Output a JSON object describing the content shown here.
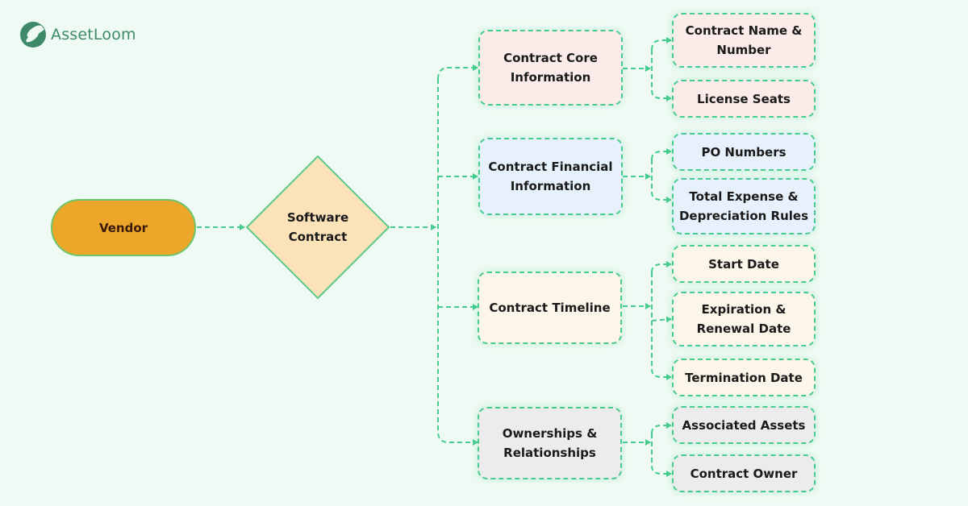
{
  "brand": {
    "name": "AssetLoom",
    "icon": "leaf-logo-icon",
    "color": "#3e8a68"
  },
  "colors": {
    "connector": "#45cc8e",
    "background": "#eefaf3",
    "vendor_fill": "#eca72b",
    "contract_fill": "#fbe2b9"
  },
  "start": {
    "label": "Vendor"
  },
  "decision": {
    "line1": "Software",
    "line2": "Contract"
  },
  "categories": [
    {
      "line1": "Contract Core",
      "line2": "Information",
      "children": [
        {
          "line1": "Contract Name &",
          "line2": "Number"
        },
        {
          "line1": "License Seats",
          "line2": ""
        }
      ]
    },
    {
      "line1": "Contract Financial",
      "line2": "Information",
      "children": [
        {
          "line1": "PO Numbers",
          "line2": ""
        },
        {
          "line1": "Total Expense &",
          "line2": "Depreciation Rules"
        }
      ]
    },
    {
      "line1": "Contract Timeline",
      "line2": "",
      "children": [
        {
          "line1": "Start Date",
          "line2": ""
        },
        {
          "line1": "Expiration &",
          "line2": "Renewal Date"
        },
        {
          "line1": "Termination Date",
          "line2": ""
        }
      ]
    },
    {
      "line1": "Ownerships &",
      "line2": "Relationships",
      "children": [
        {
          "line1": "Associated Assets",
          "line2": ""
        },
        {
          "line1": "Contract Owner",
          "line2": ""
        }
      ]
    }
  ]
}
